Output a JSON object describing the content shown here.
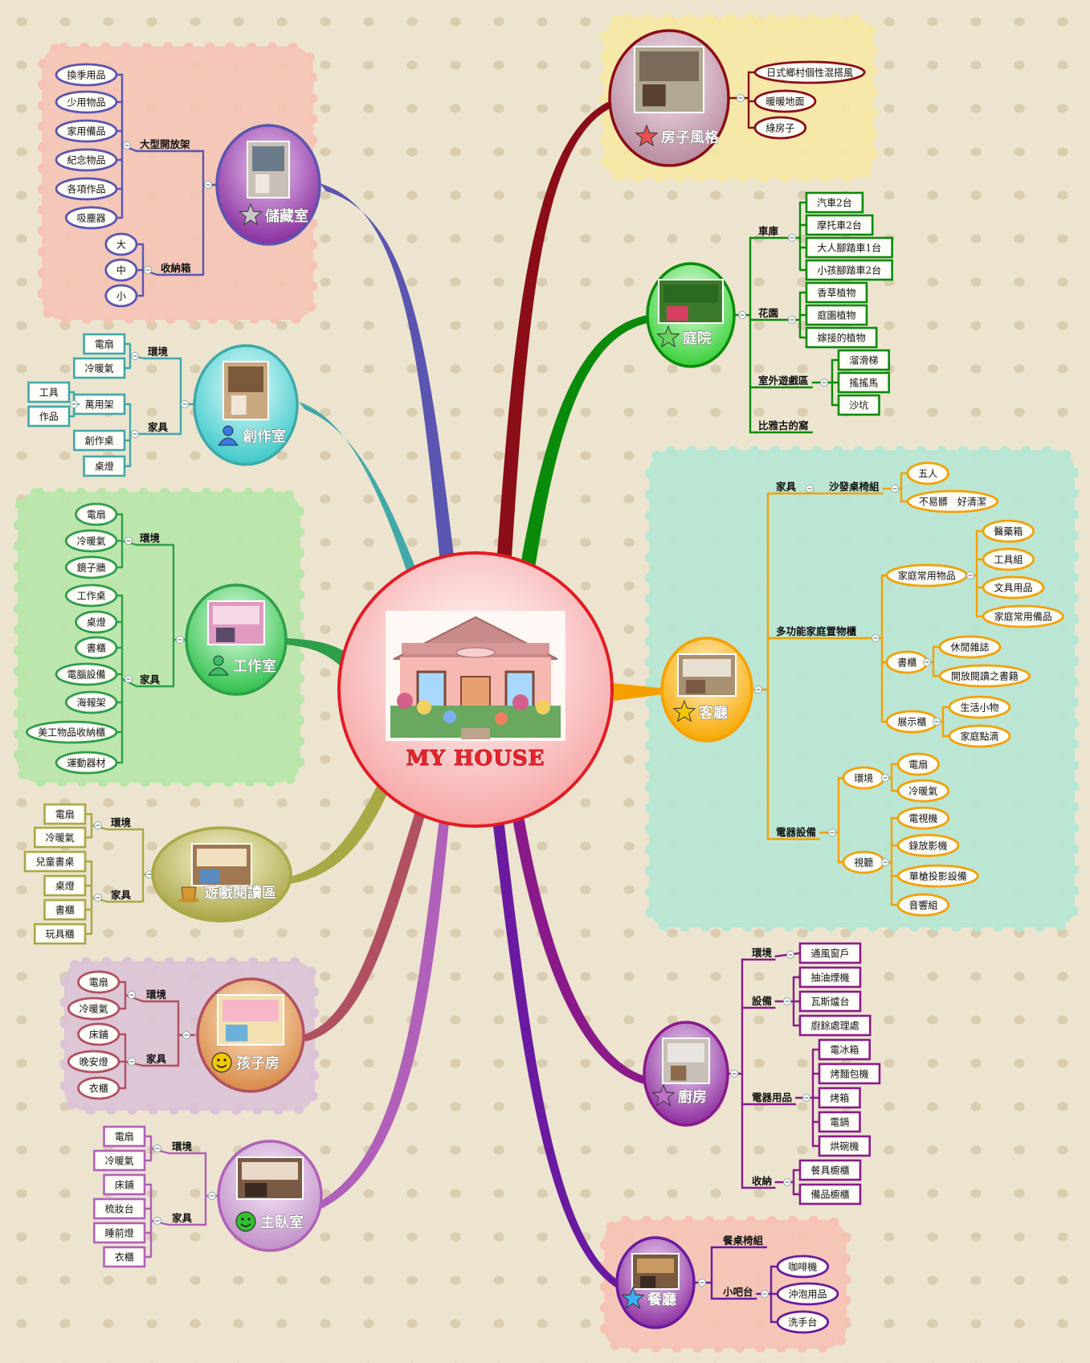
{
  "center": {
    "title": "MY HOUSE"
  },
  "topics": {
    "storage": {
      "title": "儲藏室",
      "icon": "star-gray-icon",
      "groups": [
        {
          "label": "大型開放架",
          "items": [
            "換季用品",
            "少用物品",
            "家用備品",
            "紀念物品",
            "各項作品",
            "吸塵器"
          ]
        },
        {
          "label": "收納箱",
          "items": [
            "大",
            "中",
            "小"
          ]
        }
      ]
    },
    "studio": {
      "title": "創作室",
      "icon": "person-blue-icon",
      "groups": [
        {
          "label": "環境",
          "items": [
            "電扇",
            "冷暖氣"
          ]
        },
        {
          "label": "家具",
          "items": [
            "萬用架",
            "創作桌",
            "桌燈"
          ],
          "sub": {
            "parent": "萬用架",
            "items": [
              "工具",
              "作品"
            ]
          }
        }
      ]
    },
    "workroom": {
      "title": "工作室",
      "icon": "person-green-icon",
      "groups": [
        {
          "label": "環境",
          "items": [
            "電扇",
            "冷暖氣",
            "鏡子牆"
          ]
        },
        {
          "label": "家具",
          "items": [
            "工作桌",
            "桌燈",
            "書櫃",
            "電腦設備",
            "海報架",
            "美工物品收納櫃",
            "運動器材"
          ]
        }
      ]
    },
    "reading": {
      "title": "遊戲閱讀區",
      "icon": "coffee-cup-icon",
      "groups": [
        {
          "label": "環境",
          "items": [
            "電扇",
            "冷暖氣"
          ]
        },
        {
          "label": "家具",
          "items": [
            "兒童書桌",
            "桌燈",
            "書櫃",
            "玩具櫃"
          ]
        }
      ]
    },
    "kids": {
      "title": "孩子房",
      "icon": "smiley-icon",
      "groups": [
        {
          "label": "環境",
          "items": [
            "電扇",
            "冷暖氣"
          ]
        },
        {
          "label": "家具",
          "items": [
            "床鋪",
            "晚安燈",
            "衣櫃"
          ]
        }
      ]
    },
    "master": {
      "title": "主臥室",
      "icon": "green-smiley-icon",
      "groups": [
        {
          "label": "環境",
          "items": [
            "電扇",
            "冷暖氣"
          ]
        },
        {
          "label": "家具",
          "items": [
            "床鋪",
            "梳妝台",
            "睡前燈",
            "衣櫃"
          ]
        }
      ]
    },
    "style": {
      "title": "房子風格",
      "icon": "star-red-icon",
      "items": [
        "日式鄉村個性混搭風",
        "暖暖地面",
        "綠房子"
      ]
    },
    "garden": {
      "title": "庭院",
      "icon": "star-green-icon",
      "groups": [
        {
          "label": "車庫",
          "items": [
            "汽車2台",
            "摩托車2台",
            "大人腳踏車1台",
            "小孩腳踏車2台"
          ]
        },
        {
          "label": "花園",
          "items": [
            "香草植物",
            "庭園植物",
            "嫁接的植物"
          ]
        },
        {
          "label": "室外遊戲區",
          "items": [
            "溜滑梯",
            "搖搖馬",
            "沙坑"
          ]
        },
        {
          "label": "比雅古的窩",
          "items": []
        }
      ]
    },
    "living": {
      "title": "客廳",
      "icon": "star-orange-icon",
      "groups": [
        {
          "label": "家具",
          "sub_label": "沙發桌椅組",
          "items": [
            "五人",
            "不易髒　好清潔"
          ]
        },
        {
          "label": "多功能家庭置物櫃",
          "subgroups": [
            {
              "label": "家庭常用物品",
              "items": [
                "醫藥箱",
                "工具組",
                "文具用品",
                "家庭常用備品"
              ]
            },
            {
              "label": "書櫃",
              "items": [
                "休閒雜誌",
                "開放閱讀之書籍"
              ]
            },
            {
              "label": "展示櫃",
              "items": [
                "生活小物",
                "家庭點滴"
              ]
            }
          ]
        },
        {
          "label": "電器設備",
          "subgroups": [
            {
              "label": "環境",
              "items": [
                "電扇",
                "冷暖氣"
              ]
            },
            {
              "label": "視聽",
              "items": [
                "電視機",
                "錄放影機",
                "單槍投影設備",
                "音響組"
              ]
            }
          ]
        }
      ]
    },
    "kitchen": {
      "title": "廚房",
      "icon": "star-purple-icon",
      "groups": [
        {
          "label": "環境",
          "items": [
            "通風窗戶"
          ]
        },
        {
          "label": "設備",
          "items": [
            "抽油煙機",
            "瓦斯爐台",
            "廚餘處理處"
          ]
        },
        {
          "label": "電器用品",
          "items": [
            "電冰箱",
            "烤麵包機",
            "烤箱",
            "電鍋",
            "烘碗機"
          ]
        },
        {
          "label": "收納",
          "items": [
            "餐具櫥櫃",
            "備品櫥櫃"
          ]
        }
      ]
    },
    "dining": {
      "title": "餐廳",
      "icon": "star-blue-icon",
      "groups": [
        {
          "label": "餐桌椅組",
          "items": []
        },
        {
          "label": "小吧台",
          "items": [
            "咖啡機",
            "沖泡用品",
            "洗手台"
          ]
        }
      ]
    }
  },
  "colors": {
    "center": "#e31b23",
    "style": "#8b0d17",
    "garden": "#0a8a0a",
    "living": "#f5a000",
    "kitchen": "#8a1a8a",
    "dining": "#6a1aa0",
    "storage": "#5a55b0",
    "studio": "#40a8a8",
    "workroom": "#2e9e4a",
    "reading": "#a8a845",
    "kids": "#b05060",
    "master": "#b060b8"
  }
}
